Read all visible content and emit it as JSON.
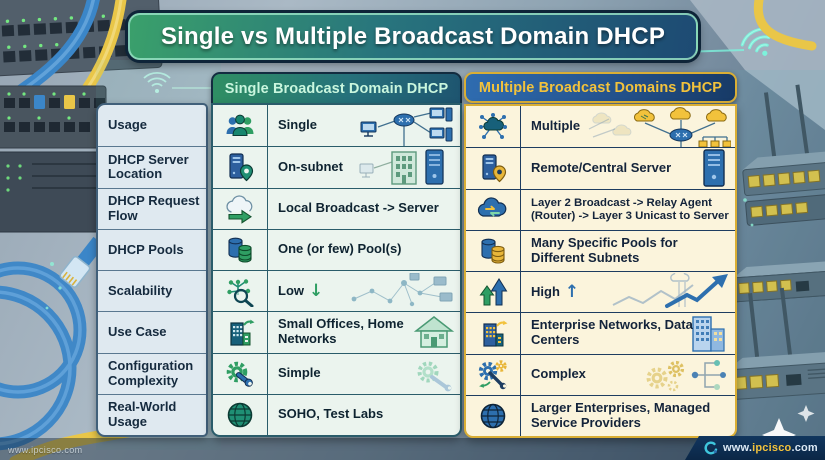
{
  "title": "Single vs Multiple Broadcast Domain DHCP",
  "watermark": "www.ipcisco.com",
  "footer": {
    "prefix": "www.",
    "name": "ipcisco",
    "suffix": ".com"
  },
  "colors": {
    "title_gradient": [
      "#3aa06b",
      "#1d4a73"
    ],
    "single_header_bg": [
      "#2f8f63",
      "#1e5570"
    ],
    "single_header_text": "#c9f6de",
    "single_body_bg": "#ebf4ee",
    "single_grid_line": "#2a5c6a",
    "multiple_header_bg": [
      "#2f6cb0",
      "#173a66"
    ],
    "multiple_header_text": "#f2c23c",
    "multiple_border": "#d9ae35",
    "multiple_body_bg": "#fbf4dc",
    "multiple_grid_line": "#1d3c60",
    "label_bg": "#dfe9f0",
    "low_arrow_color": "#2f9e63",
    "high_arrow_color": "#2d6fae"
  },
  "table": {
    "columns": [
      {
        "key": "single",
        "header": "Single Broadcast Domain DHCP"
      },
      {
        "key": "multiple",
        "header": "Multiple Broadcast Domains DHCP"
      }
    ],
    "rows": [
      {
        "label": "Usage",
        "single": {
          "icon": "users-icon",
          "value": "Single"
        },
        "multiple": {
          "icon": "multi-network-cloud-icon",
          "value": "Multiple"
        }
      },
      {
        "label": "DHCP Server Location",
        "single": {
          "icon": "server-location-pin-icon",
          "value": "On-subnet"
        },
        "multiple": {
          "icon": "server-location-pin-icon",
          "value": "Remote/Central Server"
        }
      },
      {
        "label": "DHCP Request Flow",
        "single": {
          "icon": "cloud-arrow-icon",
          "value": "Local Broadcast -> Server"
        },
        "multiple": {
          "icon": "cloud-relay-icon",
          "value": "Layer 2 Broadcast -> Relay Agent (Router) -> Layer 3 Unicast to Server"
        }
      },
      {
        "label": "DHCP Pools",
        "single": {
          "icon": "database-stack-icon",
          "value": "One (or few) Pool(s)"
        },
        "multiple": {
          "icon": "database-stack-icon",
          "value": "Many Specific Pools for Different Subnets"
        }
      },
      {
        "label": "Scalability",
        "single": {
          "icon": "network-tree-magnifier-icon",
          "value": "Low",
          "arrow": "↓"
        },
        "multiple": {
          "icon": "double-up-arrows-icon",
          "value": "High",
          "arrow": "↑"
        }
      },
      {
        "label": "Use Case",
        "single": {
          "icon": "office-building-icon",
          "value": "Small Offices, Home Networks"
        },
        "multiple": {
          "icon": "enterprise-building-icon",
          "value": "Enterprise Networks, Data Centers"
        }
      },
      {
        "label": "Configuration Complexity",
        "single": {
          "icon": "gear-wrench-icon",
          "value": "Simple"
        },
        "multiple": {
          "icon": "gears-wrench-icon",
          "value": "Complex"
        }
      },
      {
        "label": "Real-World Usage",
        "single": {
          "icon": "globe-icon",
          "value": "SOHO, Test Labs"
        },
        "multiple": {
          "icon": "globe-icon",
          "value": "Larger Enterprises, Managed Service Providers"
        }
      }
    ]
  }
}
